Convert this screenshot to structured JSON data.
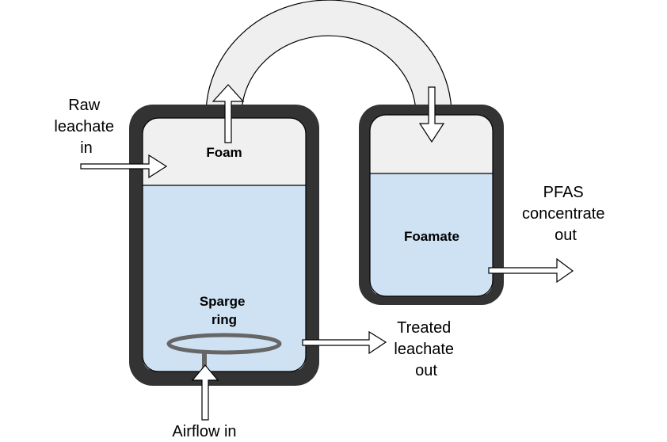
{
  "colors": {
    "vessel_wall": "#333333",
    "liquid": "#cfe2f3",
    "foam": "#f0f0f0",
    "pipe": "#efefef",
    "sparge_ring": "#666666",
    "arrow_fill": "#ffffff",
    "outline": "#000000"
  },
  "labels": {
    "raw_leachate_in": [
      "Raw",
      "leachate",
      "in"
    ],
    "foam": "Foam",
    "sparge_ring": [
      "Sparge",
      "ring"
    ],
    "airflow_in": "Airflow in",
    "treated_leachate_out": [
      "Treated",
      "leachate",
      "out"
    ],
    "foamate": "Foamate",
    "pfas_concentrate_out": [
      "PFAS",
      "concentrate",
      "out"
    ]
  }
}
